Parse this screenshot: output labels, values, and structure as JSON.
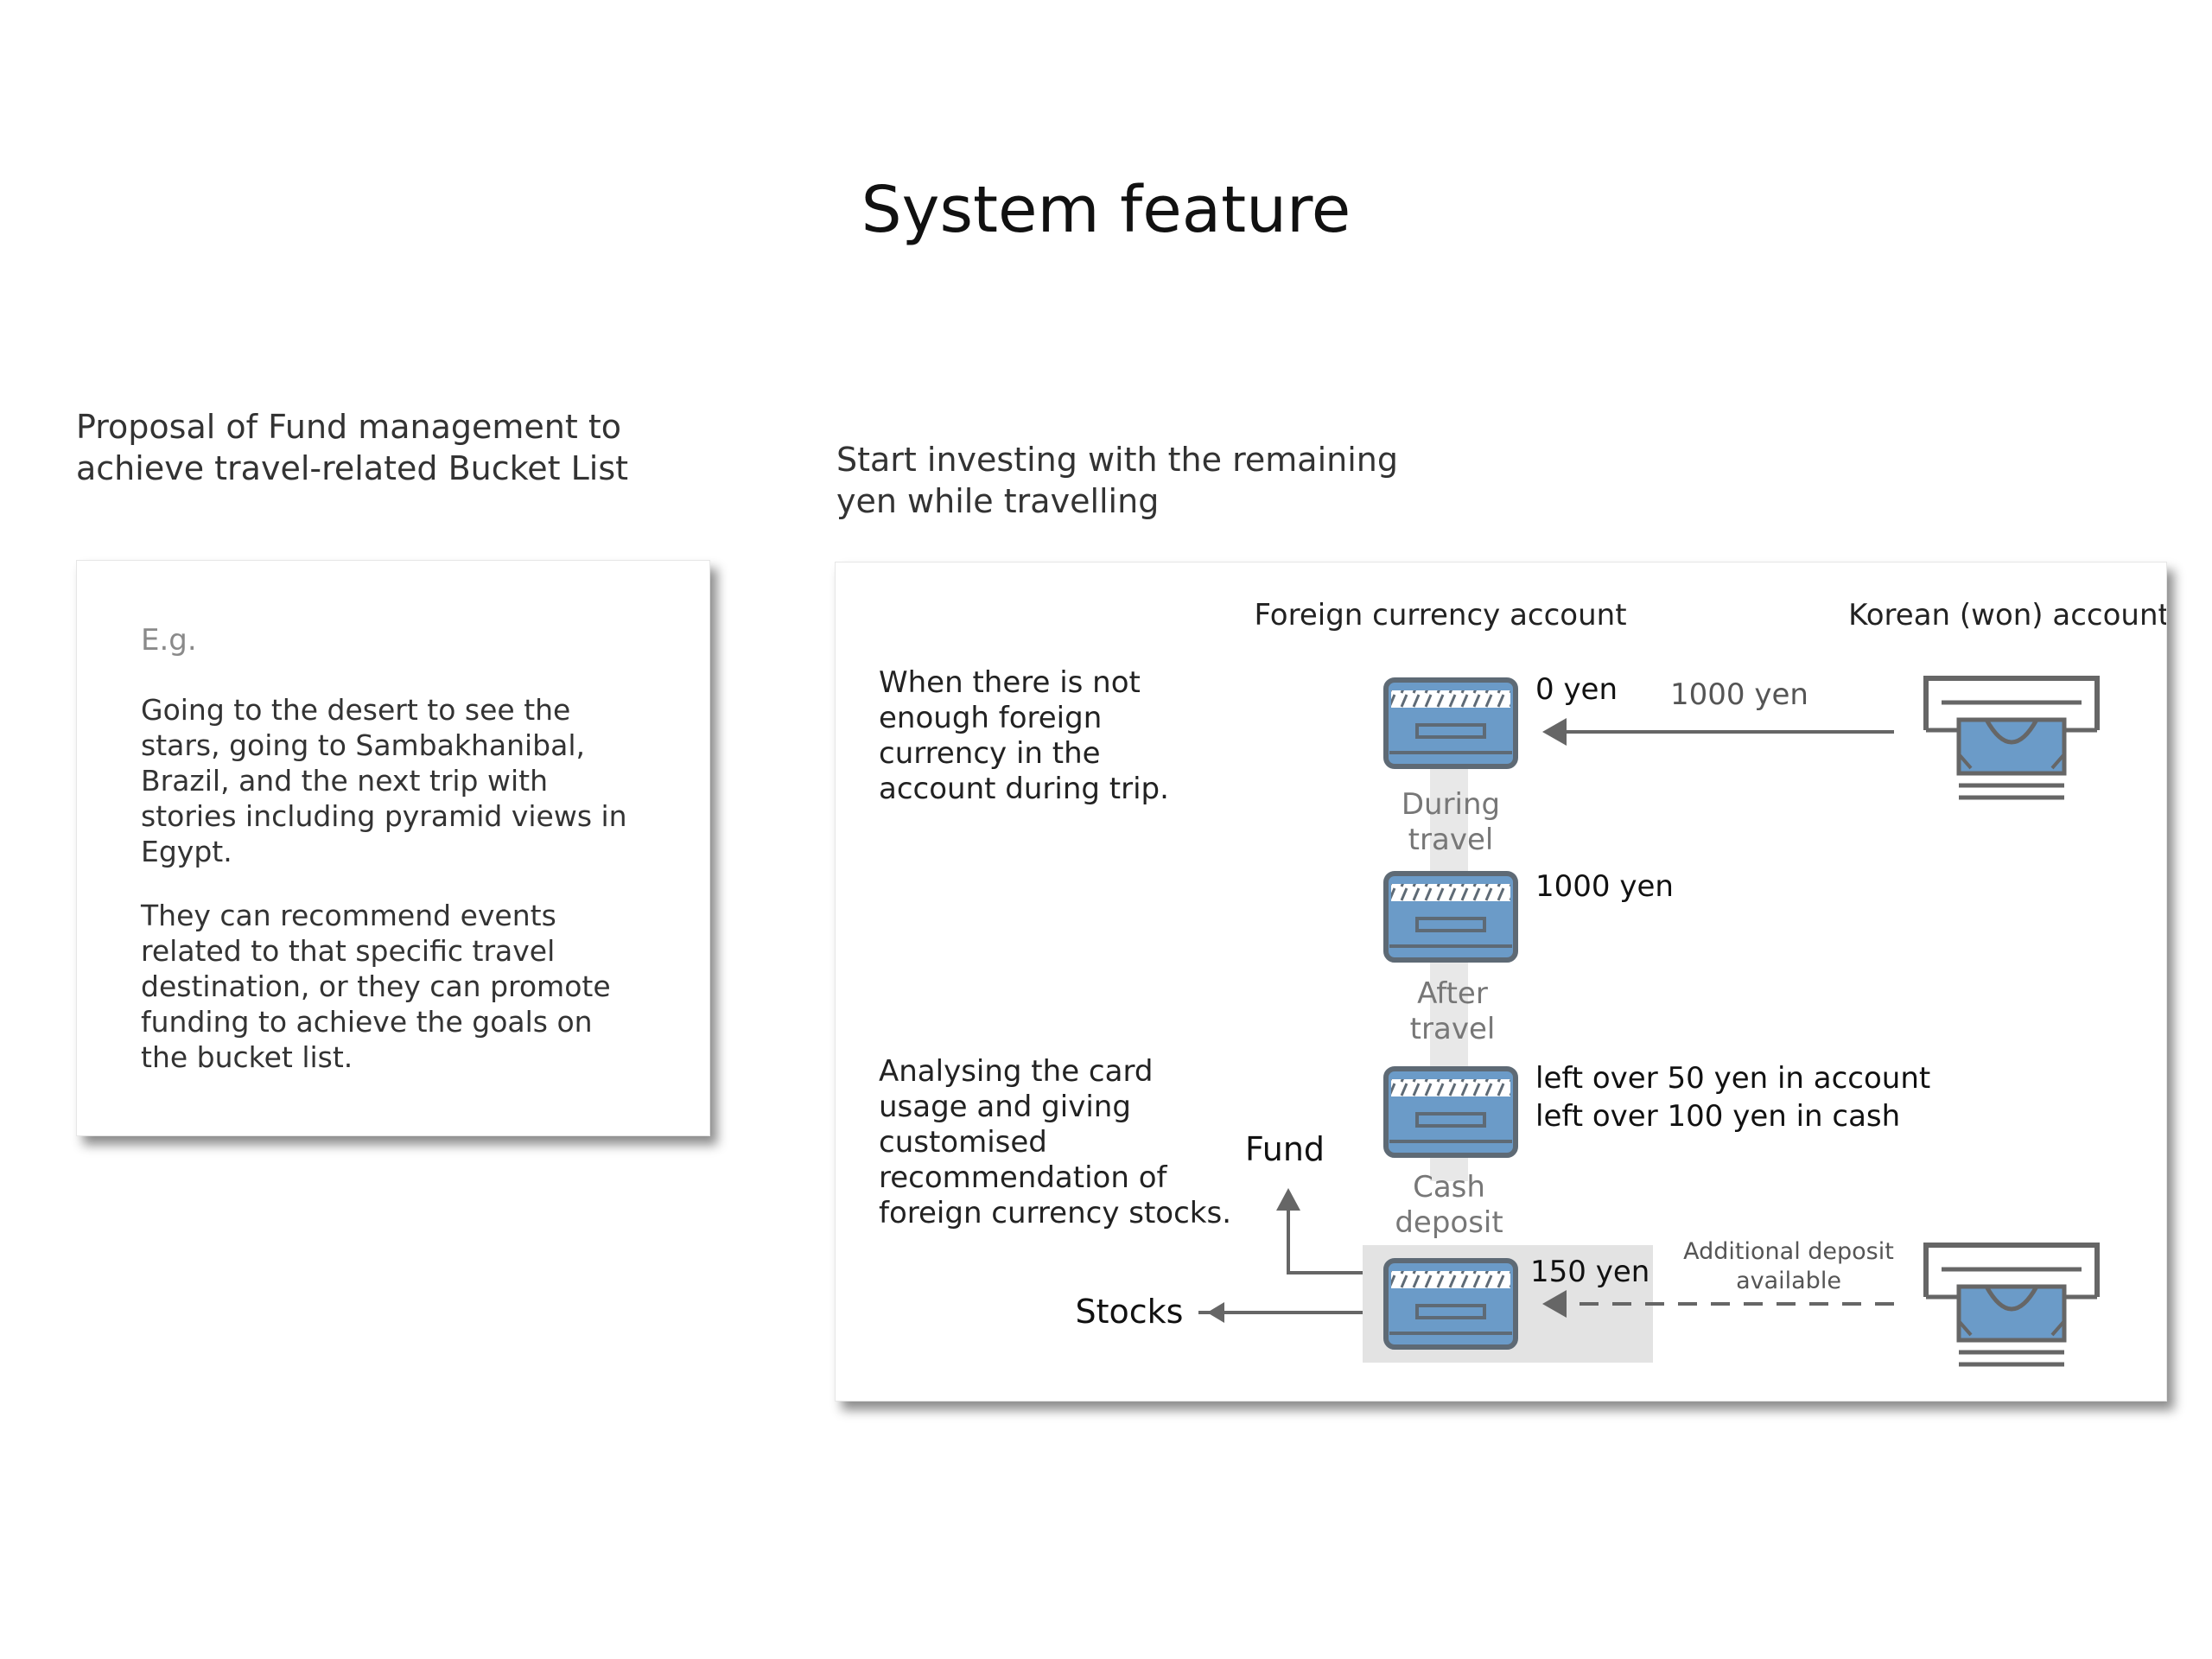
{
  "title": "System feature",
  "left_section": {
    "heading": "Proposal of Fund management to achieve travel-related Bucket List",
    "eg_label": "E.g.",
    "paragraph1": "Going to the desert to see the stars, going to Sambakhanibal, Brazil, and the next trip with stories including pyramid views in Egypt.",
    "paragraph2": "They can recommend events related to that specific travel destination, or they can promote funding to achieve the goals on the bucket list."
  },
  "right_section": {
    "heading": "Start investing with the remaining yen while travelling",
    "diagram": {
      "col_foreign": "Foreign currency account",
      "col_korean": "Korean (won) account",
      "note1": [
        "When there is not",
        "enough foreign",
        "currency in the",
        "account during trip."
      ],
      "note2": [
        "Analysing the card",
        "usage and giving",
        "customised",
        "recommendation of",
        "foreign currency stocks."
      ],
      "card1_balance": "0 yen",
      "transfer_amount": "1000 yen",
      "stage1": [
        "During",
        "travel"
      ],
      "card2_balance": "1000 yen",
      "stage2": [
        "After",
        "travel"
      ],
      "card3_balance": [
        "left over 50 yen in account",
        "left over 100 yen in cash"
      ],
      "stage3": [
        "Cash",
        "deposit"
      ],
      "card4_balance": "150 yen",
      "fund_label": "Fund",
      "stocks_label": "Stocks",
      "additional_deposit": [
        "Additional deposit",
        "available"
      ]
    }
  },
  "colors": {
    "card_blue": "#6b9bc8",
    "card_border": "#5e6a75",
    "arrow": "#666666",
    "stage_text": "#777777",
    "highlight_bg": "#e3e3e3",
    "connector": "#e8e8e8"
  },
  "icons": [
    "bank-card-icon",
    "cash-atm-icon"
  ]
}
